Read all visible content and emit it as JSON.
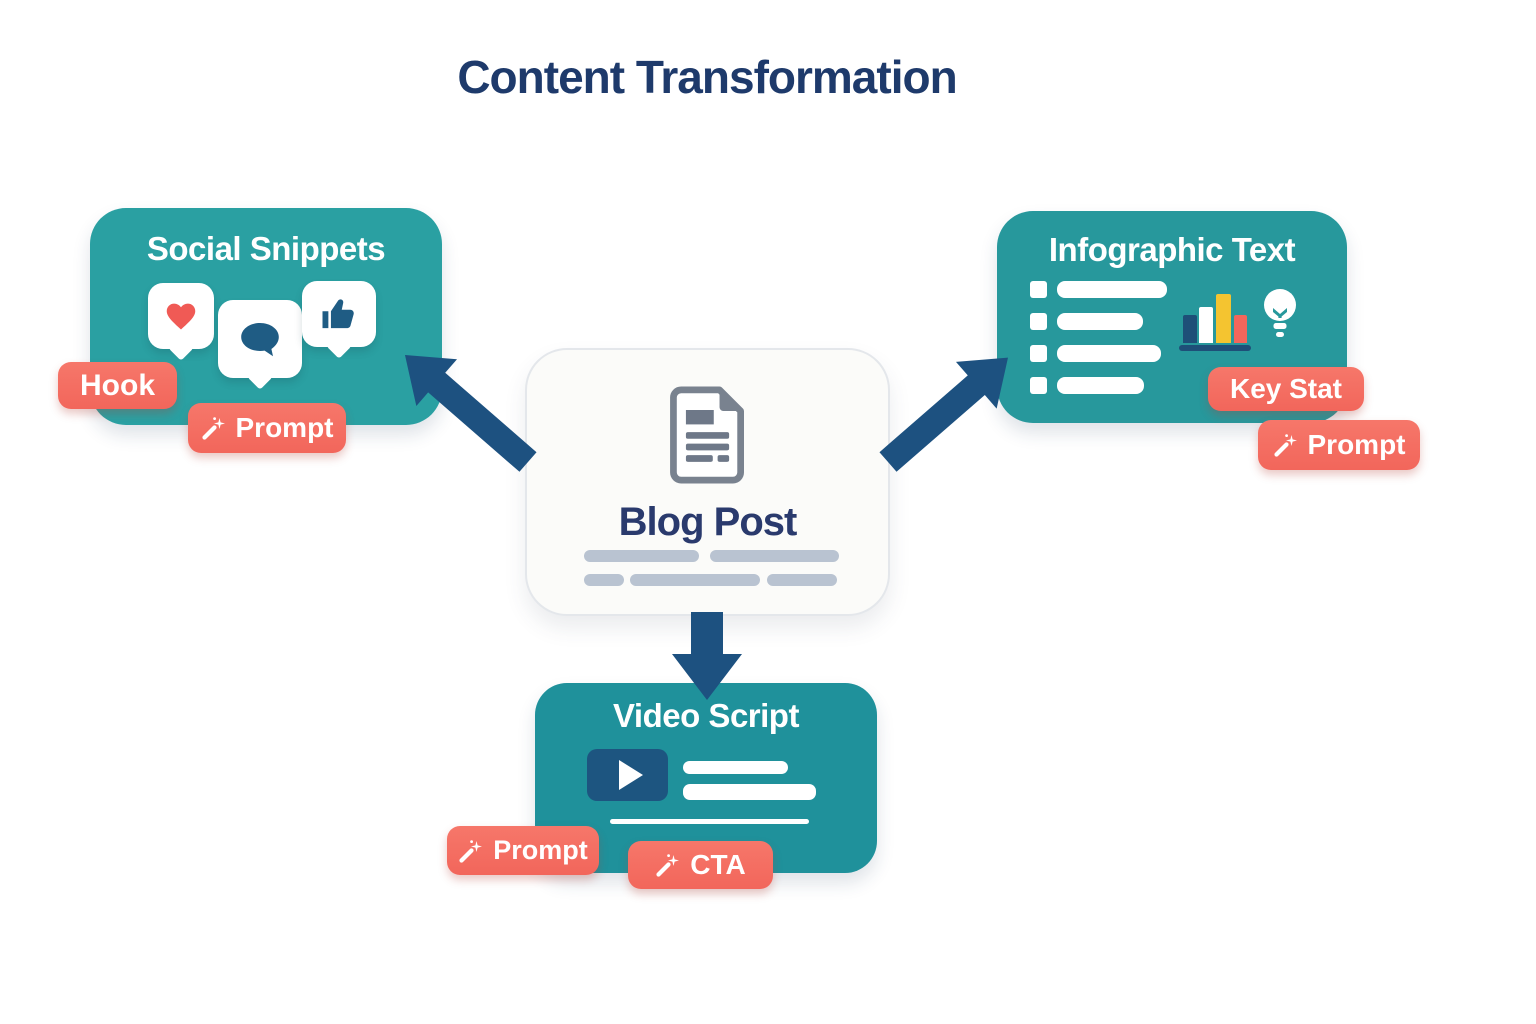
{
  "title": "Content Transformation",
  "colors": {
    "teal": "#2AA0A2",
    "teal_dark": "#1F919B",
    "coral": "#F2665B",
    "navy_text": "#1E3A6B",
    "arrow_navy": "#1D5180",
    "icon_navy": "#1D5580",
    "heart_red": "#F05A55",
    "chart_yellow": "#F4C430",
    "chart_red": "#F2665B",
    "placeholder_gray": "#B9C3D1",
    "document_gray": "#79828F"
  },
  "center_node": {
    "title": "Blog Post",
    "icon": "document-icon"
  },
  "nodes": {
    "social": {
      "title": "Social Snippets",
      "icons": [
        "heart-bubble-icon",
        "comment-bubble-icon",
        "thumbs-up-bubble-icon"
      ],
      "badges": [
        {
          "label": "Hook",
          "icon": null
        },
        {
          "label": "Prompt",
          "icon": "magic-wand-icon"
        }
      ]
    },
    "infographic": {
      "title": "Infographic Text",
      "icons": [
        "bulleted-list-icon",
        "bar-chart-icon",
        "lightbulb-icon"
      ],
      "badges": [
        {
          "label": "Key Stat",
          "icon": null
        },
        {
          "label": "Prompt",
          "icon": "magic-wand-icon"
        }
      ]
    },
    "video": {
      "title": "Video Script",
      "icons": [
        "play-button-icon"
      ],
      "badges": [
        {
          "label": "Prompt",
          "icon": "magic-wand-icon"
        },
        {
          "label": "CTA",
          "icon": "magic-wand-icon"
        }
      ]
    }
  }
}
